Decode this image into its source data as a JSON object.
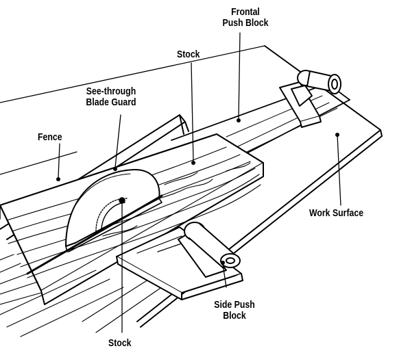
{
  "labels": {
    "frontal_push_block": [
      "Frontal",
      "Push Block"
    ],
    "stock_top": "Stock",
    "blade_guard": [
      "See-through",
      "Blade Guard"
    ],
    "fence": "Fence",
    "work_surface": "Work Surface",
    "side_push_block": [
      "Side Push",
      "Block"
    ],
    "stock_bottom": "Stock"
  }
}
